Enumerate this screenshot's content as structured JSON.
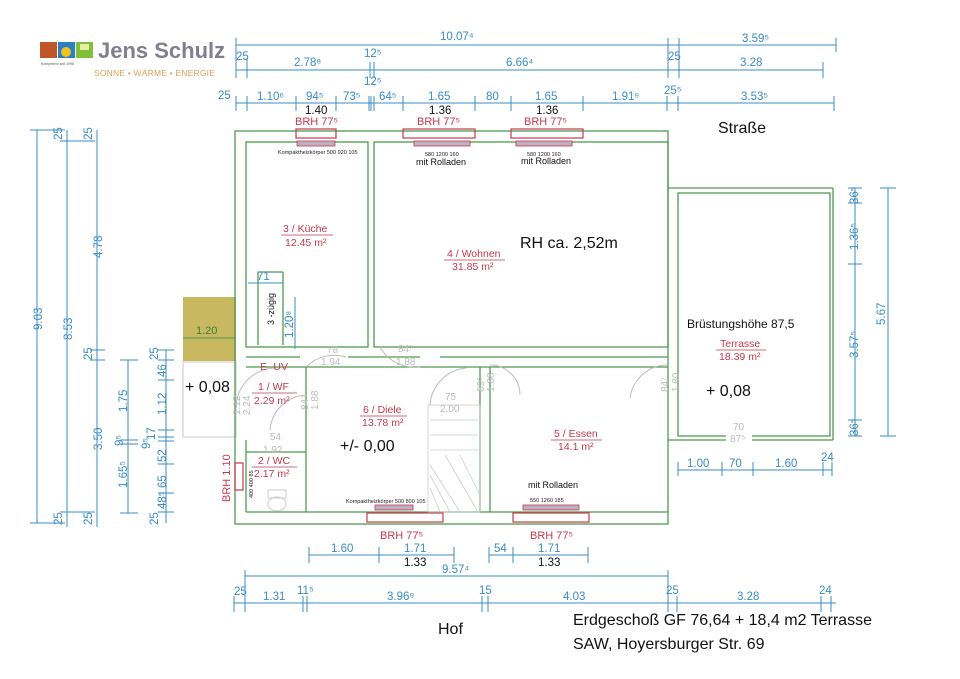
{
  "logo": {
    "company": "Jens Schulz",
    "tagline": "SONNE • WÄRME • ENERGIE",
    "small_text": "Kompetenz seit 1998",
    "colors": {
      "name": "#7f7f8f",
      "tagline": "#e0a05a"
    }
  },
  "colors": {
    "dimension": "#3a8cc4",
    "wall": "#4e9a4e",
    "window": "#c8384d",
    "room_label": "#c8384d",
    "door": "#bbbbbb",
    "balcony": "#c8b860"
  },
  "top_dimensions": {
    "row1": [
      "25",
      "10.07⁴",
      "25",
      "3.59⁵"
    ],
    "row2": [
      "25",
      "2.78⁸",
      "12⁵",
      "6.66⁴",
      "25",
      "3.28"
    ],
    "row3_label": "12⁵",
    "row4": [
      "25",
      "1.10⁶",
      "94⁵",
      "73⁵",
      "64⁵",
      "1.65",
      "80",
      "1.65",
      "1.91⁹",
      "25⁵",
      "3.53⁵"
    ],
    "window_widths": [
      "1.40",
      "1.36",
      "1.36"
    ],
    "window_brh": [
      "BRH 77⁵",
      "BRH 77⁵",
      "BRH 77⁵"
    ]
  },
  "left_dimensions": {
    "col1": [
      "9.03"
    ],
    "col2": [
      "25",
      "8.53",
      "25"
    ],
    "col3": [
      "25",
      "4.78",
      "25",
      "3.50",
      "25"
    ],
    "col4": [
      "1.75",
      "9⁵",
      "1.65⁵"
    ],
    "col5": [
      "25",
      "46",
      "1.12",
      "17",
      "9⁵",
      "52",
      "65",
      "48⁵",
      "25"
    ]
  },
  "right_dimensions": {
    "col1": [
      "36⁵",
      "1.36⁵",
      "3.57⁵",
      "36⁵"
    ],
    "col2": [
      "5.67"
    ]
  },
  "bottom_dimensions": {
    "row1": [
      "1.60",
      "1.71",
      "54",
      "1.71"
    ],
    "row1_sub": [
      "1.33",
      "1.33"
    ],
    "row1_brh": [
      "BRH 77⁵",
      "BRH 77⁵"
    ],
    "total": "9.57⁴",
    "row2": [
      "25",
      "1.31",
      "11⁵",
      "3.96⁹",
      "15",
      "4.03",
      "25",
      "3.28",
      "24"
    ]
  },
  "terrace_dims": [
    "1.00",
    "70",
    "1.60",
    "24"
  ],
  "rooms": [
    {
      "name": "3 / Küche",
      "area": "12.45 m²"
    },
    {
      "name": "4 / Wohnen",
      "area": "31.85 m²"
    },
    {
      "name": "1 / WF",
      "area": "2.29 m²"
    },
    {
      "name": "6 / Diele",
      "area": "13.78 m²"
    },
    {
      "name": "5 / Essen",
      "area": "14.1 m²"
    },
    {
      "name": "2 / WC",
      "area": "2.17 m²"
    },
    {
      "name": "Terrasse",
      "area": "18.39 m²"
    }
  ],
  "annotations": {
    "room_height": "RH ca. 2,52m",
    "parapet": "Brüstungshöhe 87,5",
    "level_entry": "+ 0,08",
    "level_terrace": "+ 0,08",
    "level_ground": "+/- 0,00",
    "e_uv": "E- UV",
    "chimney": "3 -zügig",
    "chimney_w": "71",
    "chimney_h": "1.20⁸",
    "canopy": "1.20",
    "wc_brh": "BRH 1.10",
    "rolladen": "mit Rolladen",
    "radiator_kitchen": "Kompaktheizkörper 500 920 105",
    "radiator_living1": "580 1200 160",
    "radiator_living2": "580 1200 160",
    "radiator_hall": "Kompaktheizkörper 500 800 105",
    "radiator_dining": "550 1260 185",
    "radiator_wc": "400 400 85"
  },
  "doors": [
    {
      "w": "78",
      "h": "1.94"
    },
    {
      "w": "84⁷",
      "h": "1.88"
    },
    {
      "w": "75",
      "h": "2.00"
    },
    {
      "w": "69⁵",
      "h": "1.88"
    },
    {
      "w": "84⁷",
      "h": "1.80"
    },
    {
      "w": "84⁷",
      "h": "1.88"
    },
    {
      "w": "54",
      "h": "1.92"
    },
    {
      "w": "1.12",
      "h": "2.24"
    },
    {
      "w": "70",
      "h": "87⁵"
    }
  ],
  "compass": {
    "street": "Straße",
    "yard": "Hof"
  },
  "footer": {
    "line1": "Erdgeschoß GF 76,64 + 18,4 m2 Terrasse",
    "line2": "SAW, Hoyersburger Str. 69"
  }
}
